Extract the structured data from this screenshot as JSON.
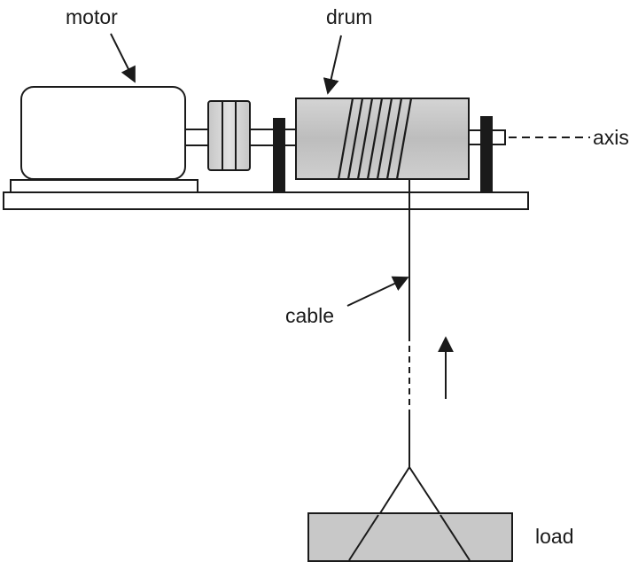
{
  "labels": {
    "motor": "motor",
    "drum": "drum",
    "axis": "axis",
    "cable": "cable",
    "load": "load"
  },
  "colors": {
    "ink": "#1a1a1a",
    "shade": "#c8c8c8",
    "background": "#ffffff"
  }
}
